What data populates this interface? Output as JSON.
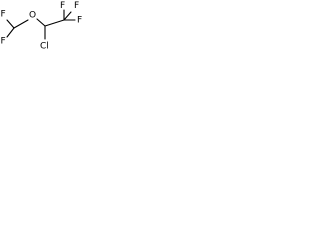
{
  "molecule": {
    "atoms": {
      "f_top_left": "F",
      "f_bottom_left": "F",
      "oxygen": "O",
      "f_top_mid": "F",
      "f_top_right": "F",
      "f_right": "F",
      "chlorine": "Cl"
    }
  }
}
